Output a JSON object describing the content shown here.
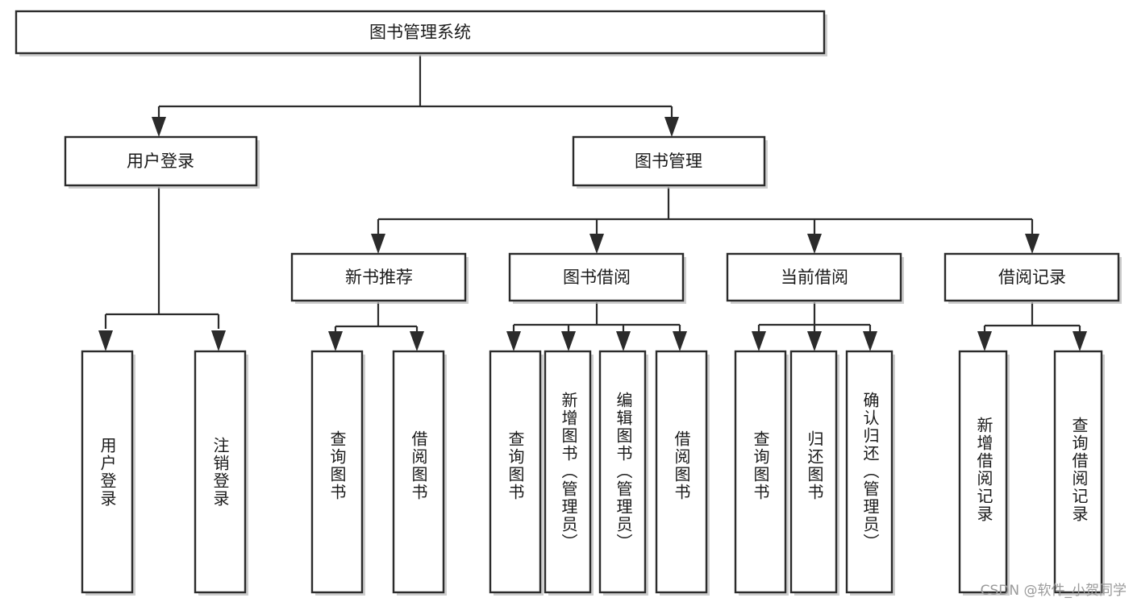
{
  "diagram": {
    "title": "图书管理系统",
    "type": "hierarchy-tree",
    "orientation": "top-down",
    "root": {
      "id": "root",
      "label": "图书管理系统",
      "orientation": "horizontal"
    },
    "level2": [
      {
        "id": "user-login",
        "label": "用户登录",
        "orientation": "horizontal"
      },
      {
        "id": "book-manage",
        "label": "图书管理",
        "orientation": "horizontal"
      }
    ],
    "level3": [
      {
        "id": "new-book-recommend",
        "label": "新书推荐",
        "orientation": "horizontal",
        "parent": "book-manage"
      },
      {
        "id": "book-borrow",
        "label": "图书借阅",
        "orientation": "horizontal",
        "parent": "book-manage"
      },
      {
        "id": "current-borrow",
        "label": "当前借阅",
        "orientation": "horizontal",
        "parent": "book-manage"
      },
      {
        "id": "borrow-record",
        "label": "借阅记录",
        "orientation": "horizontal",
        "parent": "book-manage"
      }
    ],
    "leaves": [
      {
        "id": "leaf-user-login",
        "label": "用户登录",
        "orientation": "vertical",
        "parent": "user-login"
      },
      {
        "id": "leaf-user-logout",
        "label": "注销登录",
        "orientation": "vertical",
        "parent": "user-login"
      },
      {
        "id": "leaf-query-book-1",
        "label": "查询图书",
        "orientation": "vertical",
        "parent": "new-book-recommend"
      },
      {
        "id": "leaf-borrow-book-1",
        "label": "借阅图书",
        "orientation": "vertical",
        "parent": "new-book-recommend"
      },
      {
        "id": "leaf-query-book-2",
        "label": "查询图书",
        "orientation": "vertical",
        "parent": "book-borrow"
      },
      {
        "id": "leaf-add-book",
        "label": "新增图书（管理员）",
        "orientation": "vertical",
        "parent": "book-borrow"
      },
      {
        "id": "leaf-edit-book",
        "label": "编辑图书（管理员）",
        "orientation": "vertical",
        "parent": "book-borrow"
      },
      {
        "id": "leaf-borrow-book-2",
        "label": "借阅图书",
        "orientation": "vertical",
        "parent": "book-borrow"
      },
      {
        "id": "leaf-query-book-3",
        "label": "查询图书",
        "orientation": "vertical",
        "parent": "current-borrow"
      },
      {
        "id": "leaf-return-book",
        "label": "归还图书",
        "orientation": "vertical",
        "parent": "current-borrow"
      },
      {
        "id": "leaf-confirm-return",
        "label": "确认归还（管理员）",
        "orientation": "vertical",
        "parent": "current-borrow"
      },
      {
        "id": "leaf-add-record",
        "label": "新增借阅记录",
        "orientation": "vertical",
        "parent": "borrow-record"
      },
      {
        "id": "leaf-query-record",
        "label": "查询借阅记录",
        "orientation": "vertical",
        "parent": "borrow-record"
      }
    ],
    "colors": {
      "box_border": "#2b2b2b",
      "box_fill": "#ffffff",
      "edge": "#2b2b2b",
      "text": "#1a1a1a",
      "watermark": "#9a9a9a",
      "canvas": "#ffffff"
    }
  },
  "watermark": {
    "text": "CSDN @软件_小贺同学"
  }
}
